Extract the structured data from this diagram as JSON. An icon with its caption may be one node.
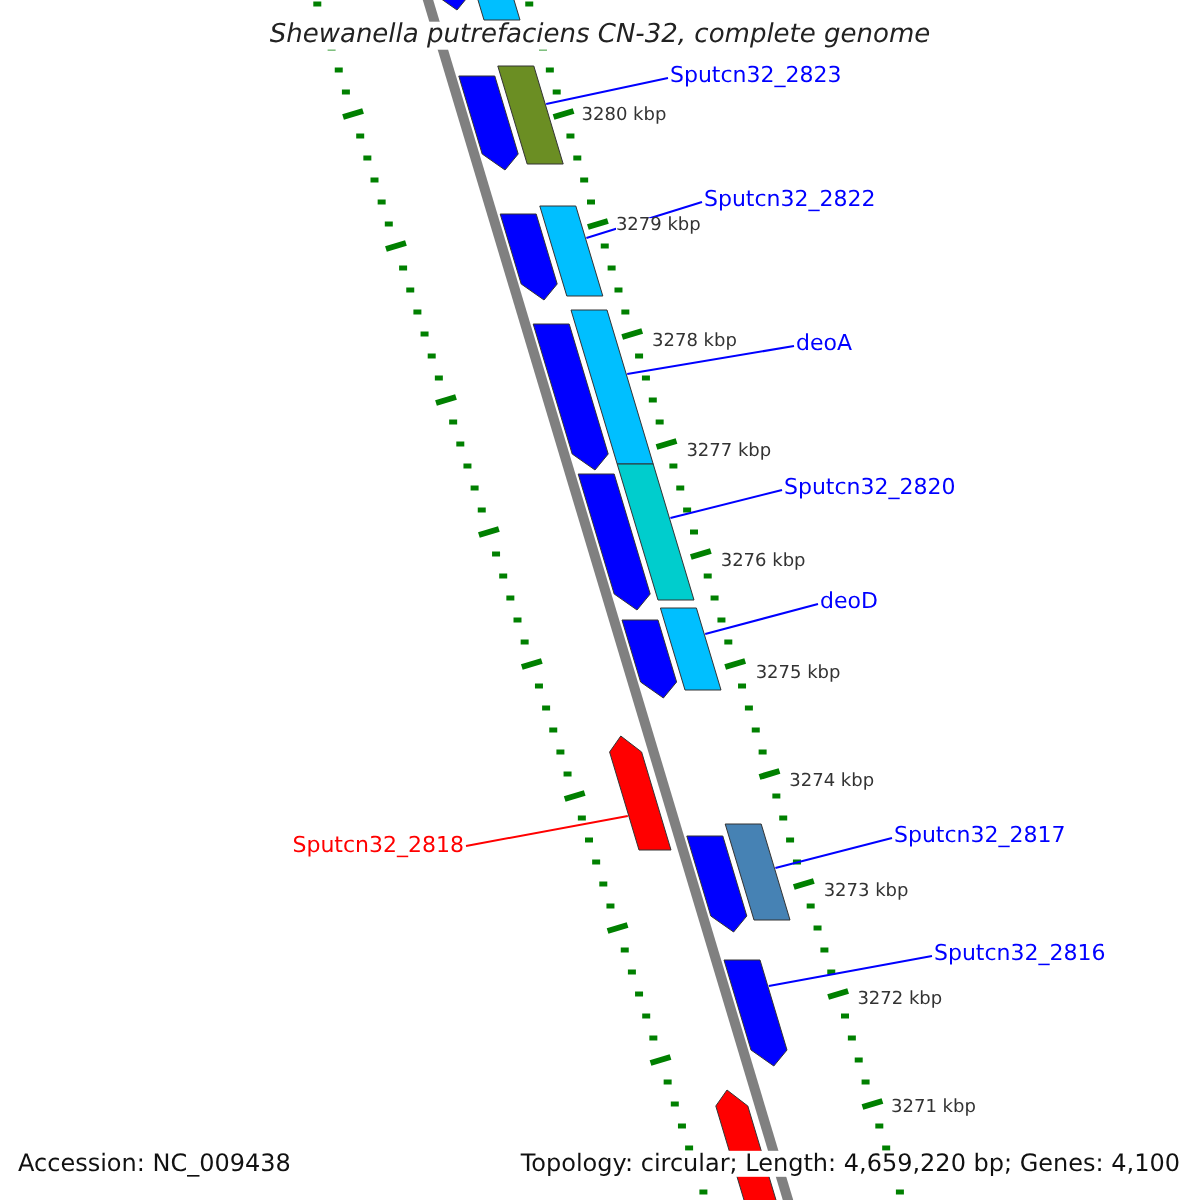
{
  "diagram": {
    "title": "Shewanella putrefaciens CN-32, complete genome",
    "nodes": [
      {
        "text": [
          "Sputcn32_2823"
        ]
      },
      {
        "text": [],
        "shape": "bar"
      },
      {
        "text": [
          "Sputcn32_2822"
        ]
      },
      {
        "text": [],
        "shape": "bar"
      },
      {
        "text": [
          "deoA"
        ]
      },
      {
        "text": [],
        "shape": "bar"
      },
      {
        "text": [
          "Sputcn32_2820"
        ]
      },
      {
        "text": [],
        "shape": "bar"
      },
      {
        "text": [
          "deoD"
        ]
      },
      {
        "text": [],
        "shape": "bar"
      },
      {
        "text": [
          "Sputcn32_2818"
        ]
      },
      {
        "text": [],
        "shape": "bar"
      },
      {
        "text": [
          "Sputcn32_2817"
        ]
      },
      {
        "text": [],
        "shape": "bar"
      },
      {
        "text": [
          "Sputcn32_2816"
        ]
      },
      {
        "text": [],
        "shape": "bar"
      },
      {
        "text": [],
        "shape": "bar"
      },
      {
        "text": [],
        "shape": "bar"
      },
      {
        "text": [],
        "shape": "bar"
      },
      {
        "text": [],
        "shape": "bar"
      },
      {
        "text": [],
        "shape": "bar"
      },
      {
        "text": [],
        "shape": "bar"
      },
      {
        "text": [],
        "shape": "bar"
      },
      {
        "text": [],
        "shape": "bar"
      },
      {
        "text": [],
        "shape": "bar"
      }
    ],
    "edges": [
      {
        "from": 0,
        "to": 1,
        "arrow": "none"
      },
      {
        "from": 2,
        "to": 3,
        "arrow": "none"
      },
      {
        "from": 4,
        "to": 5,
        "arrow": "none"
      },
      {
        "from": 6,
        "to": 7,
        "arrow": "none"
      },
      {
        "from": 8,
        "to": 9,
        "arrow": "none"
      },
      {
        "from": 10,
        "to": 11,
        "arrow": "none",
        "color": "#ff0000"
      },
      {
        "from": 12,
        "to": 13,
        "arrow": "none"
      },
      {
        "from": 14,
        "to": 15,
        "arrow": "none"
      }
    ],
    "labels": [
      "3280 kbp",
      "3279 kbp",
      "3278 kbp",
      "3277 kbp",
      "3276 kbp",
      "3275 kbp",
      "3274 kbp",
      "3273 kbp",
      "3272 kbp",
      "3271 kbp",
      "Accession: NC_009438",
      "Topology: circular; Length: 4,659,220 bp; Genes: 4,100"
    ]
  }
}
